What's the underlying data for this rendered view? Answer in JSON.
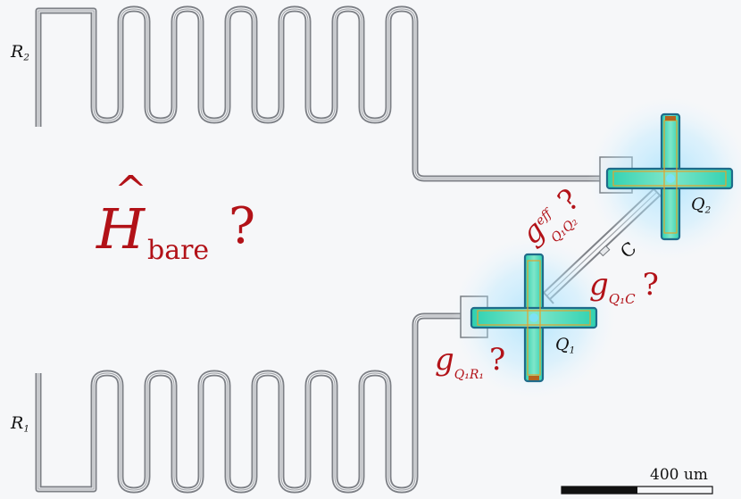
{
  "labels": {
    "r2": "R",
    "r2_sub": "2",
    "r1": "R",
    "r1_sub": "1",
    "q1": "Q",
    "q1_sub": "1",
    "q2": "Q",
    "q2_sub": "2",
    "coupler": "C"
  },
  "hamiltonian": {
    "symbol": "H",
    "hat": "^",
    "subscript": "bare",
    "question": "?"
  },
  "couplings": {
    "g_qr": {
      "symbol": "g",
      "subscript": "Q₁R₁",
      "question": "?"
    },
    "g_qc": {
      "symbol": "g",
      "subscript": "Q₁C",
      "question": "?"
    },
    "g_eff": {
      "symbol": "g",
      "superscript": "eff",
      "subscript": "Q₁Q₂",
      "question": "?"
    }
  },
  "scale_bar": {
    "label": "400 um"
  },
  "colors": {
    "trace": "#8a8d92",
    "qubit_fill": "#3ed7b8",
    "qubit_edge": "#1f6b8a",
    "glow": "#8fd6ff",
    "annotation": "#b21218"
  }
}
